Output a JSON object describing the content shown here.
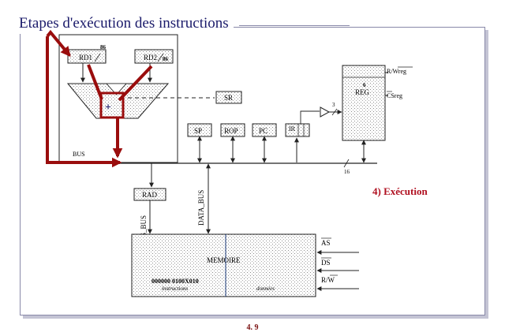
{
  "title": "Etapes d'exécution des instructions",
  "step_label": "4) Exécution",
  "page_number": "4. 9",
  "labels": {
    "rd1": "RD1",
    "rd2": "RD2",
    "bits_rd1": "86",
    "bits_rd2": "86",
    "plus": "+",
    "bus": "BUS",
    "sr": "SR",
    "sp": "SP",
    "rop": "ROP",
    "pc": "PC",
    "ir": "IR",
    "reg": "REG",
    "reg_bits": "6",
    "rw_reg": "R/Wreg",
    "cs_reg": "CSreg",
    "three": "3",
    "bus_width": "16",
    "rad": "RAD",
    "address_bus": "ADDRESS_BUS",
    "data_bus": "DATA_BUS",
    "memoire": "MEMOIRE",
    "mem_code": "000000 0100X010",
    "instructions": "instructions",
    "donnees": "données",
    "as": "AS",
    "ds": "DS",
    "rw": "R/W"
  },
  "colors": {
    "highlight": "#9a0d0d",
    "title": "#1a1a6a",
    "step": "#b01020",
    "wire": "#222222"
  }
}
